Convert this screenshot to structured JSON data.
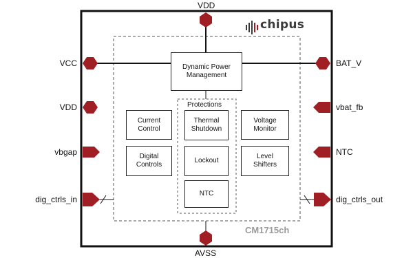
{
  "chip": {
    "part_number": "CM1715ch",
    "logo_text": "chipus"
  },
  "pins": {
    "top": "VDD",
    "bottom": "AVSS",
    "left": [
      "VCC",
      "VDD",
      "vbgap",
      "dig_ctrls_in"
    ],
    "right": [
      "BAT_V",
      "vbat_fb",
      "NTC",
      "dig_ctrls_out"
    ]
  },
  "blocks": {
    "power_management": "Dynamic Power\nManagement",
    "current_control": "Current\nControl",
    "digital_controls": "Digital\nControls",
    "voltage_monitor": "Voltage\nMonitor",
    "level_shifters": "Level\nShifters",
    "protections": {
      "title": "Protections",
      "items": [
        "Thermal\nShutdown",
        "Lockout",
        "NTC"
      ]
    }
  },
  "colors": {
    "pin_fill": "#a01f24",
    "outline": "#111111",
    "dashed": "#555555",
    "part_text": "#9a9a9a"
  },
  "icons": {
    "logo": "chipus-logo-icon"
  }
}
